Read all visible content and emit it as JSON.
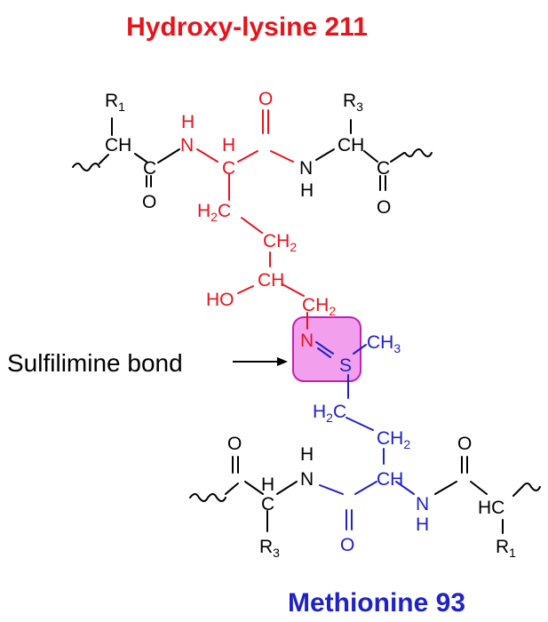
{
  "title_top": "Hydroxy-lysine 211",
  "title_bottom": "Methionine 93",
  "annotation": "Sulfilimine bond",
  "colors": {
    "black": "#000000",
    "red": "#e8141c",
    "blue": "#1e22c8",
    "highlight_fill": "#f2a0ee",
    "highlight_stroke": "#c41fb4"
  },
  "atoms": {
    "r1_top": "R",
    "r1_top_sub": "1",
    "ch_top_left": "CH",
    "c_top_left": "C",
    "o_top_left": "O",
    "n_red": "N",
    "h_red_n": "H",
    "h_red_c": "H",
    "c_red_alpha": "C",
    "o_red": "O",
    "n_top_right": "N",
    "h_top_right": "H",
    "r3_top": "R",
    "r3_top_sub": "3",
    "ch_top_right": "CH",
    "c_top_right": "C",
    "o_top_right": "O",
    "h2c_red": "H",
    "h2c_red_sub": "2",
    "h2c_red_c": "C",
    "ch2_red": "CH",
    "ch2_red_sub": "2",
    "ho": "HO",
    "ch_oh": "CH",
    "ch2_red2": "CH",
    "ch2_red2_sub": "2",
    "n_sulf": "N",
    "s_sulf": "S",
    "ch3": "CH",
    "ch3_sub": "3",
    "h2c_blue": "H",
    "h2c_blue_sub": "2",
    "h2c_blue_c": "C",
    "ch2_blue": "CH",
    "ch2_blue_sub": "2",
    "o_bot_left": "O",
    "n_bot_left": "N",
    "h_bot_left": "H",
    "h_bot_c": "H",
    "c_bot_left": "C",
    "r3_bot": "R",
    "r3_bot_sub": "3",
    "ch_blue": "CH",
    "o_blue": "O",
    "n_blue": "N",
    "h_blue": "H",
    "o_bot_right": "O",
    "hc_bot_right": "HC",
    "r1_bot": "R",
    "r1_bot_sub": "1"
  }
}
